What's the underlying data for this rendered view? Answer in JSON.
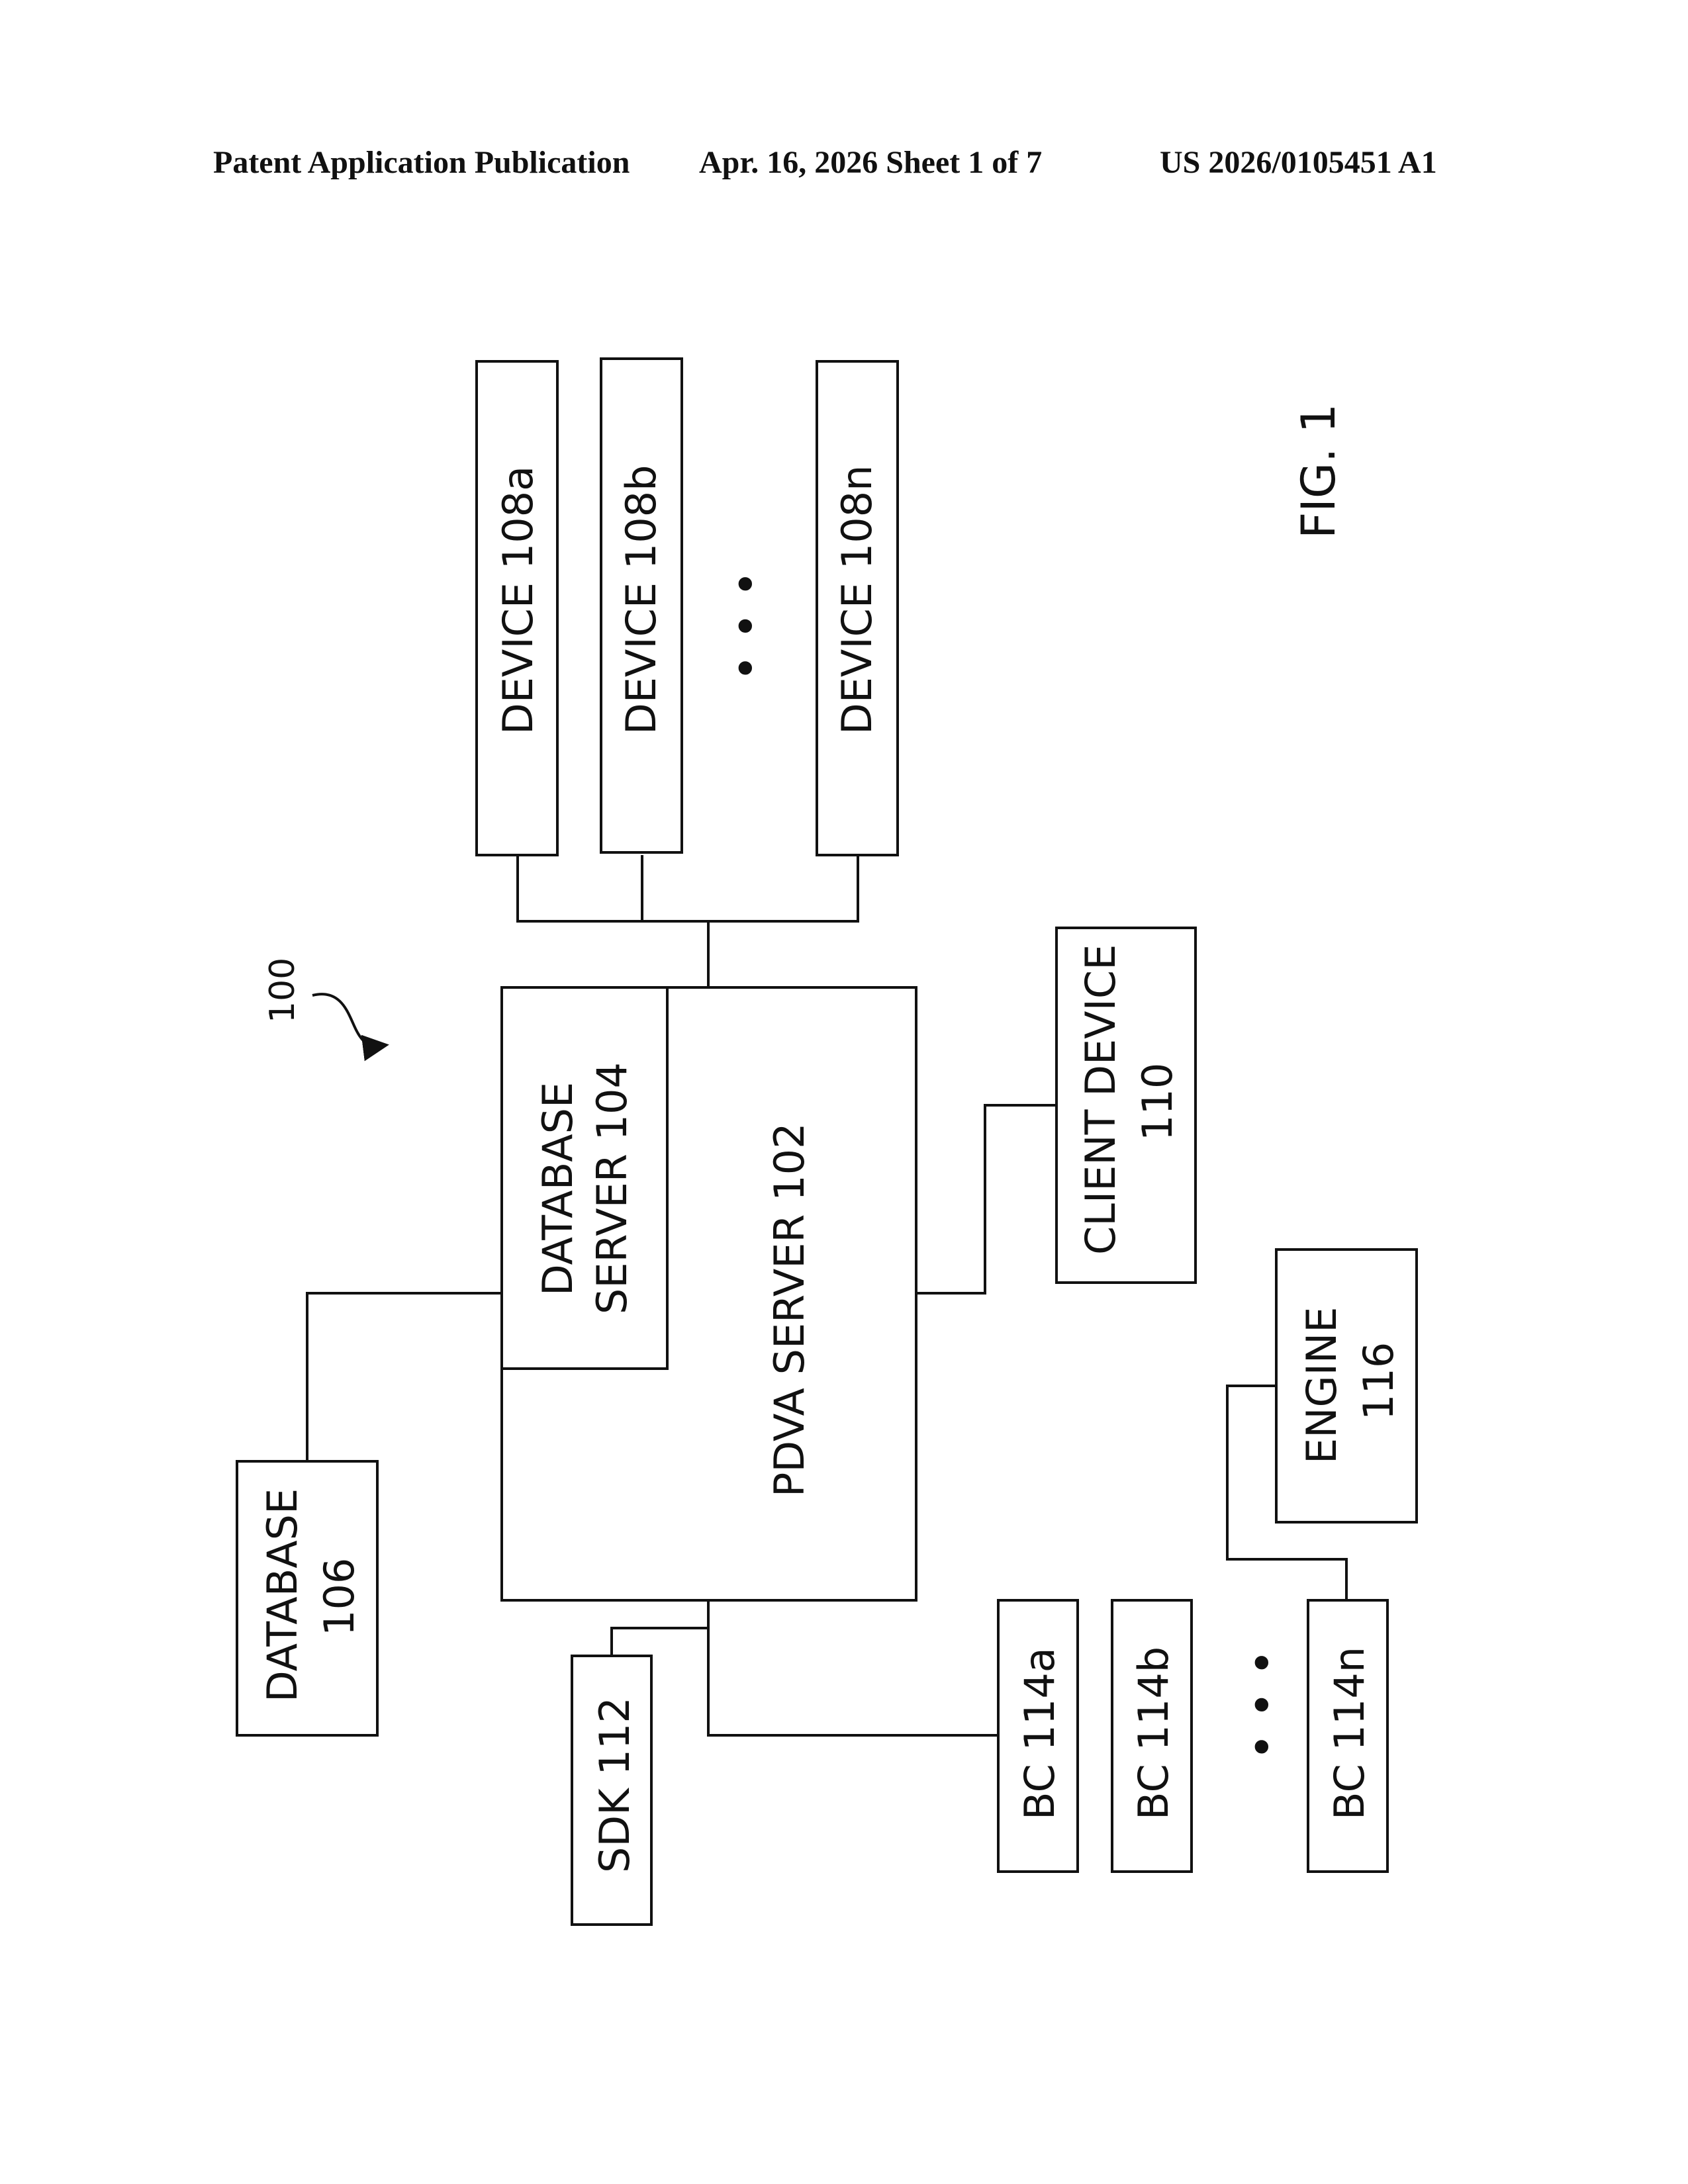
{
  "header": {
    "publication": "Patent Application Publication",
    "date_sheet": "Apr. 16, 2026  Sheet 1 of 7",
    "number": "US 2026/0105451 A1"
  },
  "figure": {
    "label": "FIG. 1",
    "reference": "100"
  },
  "nodes": {
    "device_108a": "DEVICE 108a",
    "device_108b": "DEVICE 108b",
    "device_108n": "DEVICE 108n",
    "devices_ellipsis": "• • •",
    "database_server": [
      "DATABASE",
      "SERVER 104"
    ],
    "pdva_server": "PDVA SERVER 102",
    "client_device": [
      "CLIENT DEVICE",
      "110"
    ],
    "engine": [
      "ENGINE",
      "116"
    ],
    "database": [
      "DATABASE",
      "106"
    ],
    "sdk": "SDK 112",
    "bc_114a": "BC 114a",
    "bc_114b": "BC 114b",
    "bc_ellipsis": "• • •",
    "bc_114n": "BC 114n"
  }
}
